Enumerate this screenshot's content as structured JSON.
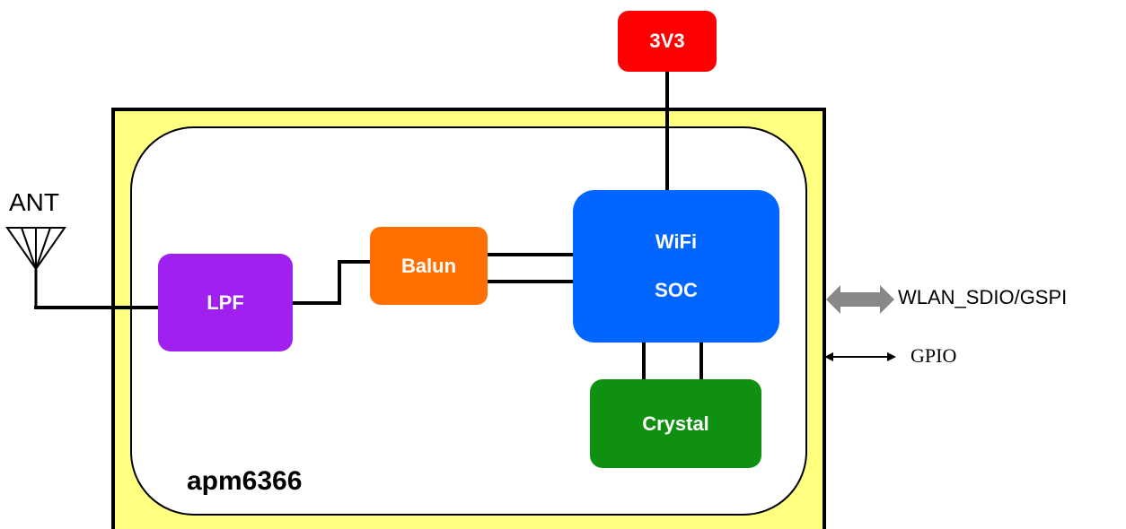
{
  "diagram": {
    "module_name": "apm6366",
    "antenna_label": "ANT",
    "blocks": {
      "power": "3V3",
      "lpf": "LPF",
      "balun": "Balun",
      "soc_line1": "WiFi",
      "soc_line2": "SOC",
      "crystal": "Crystal"
    },
    "interfaces": {
      "bus": "WLAN_SDIO/GSPI",
      "gpio": "GPIO"
    },
    "colors": {
      "module_fill": "#ffff80",
      "power": "#ff0000",
      "lpf": "#a020f0",
      "balun": "#ff7000",
      "soc": "#0066ff",
      "crystal": "#109010",
      "bus_arrow": "#888888"
    }
  }
}
